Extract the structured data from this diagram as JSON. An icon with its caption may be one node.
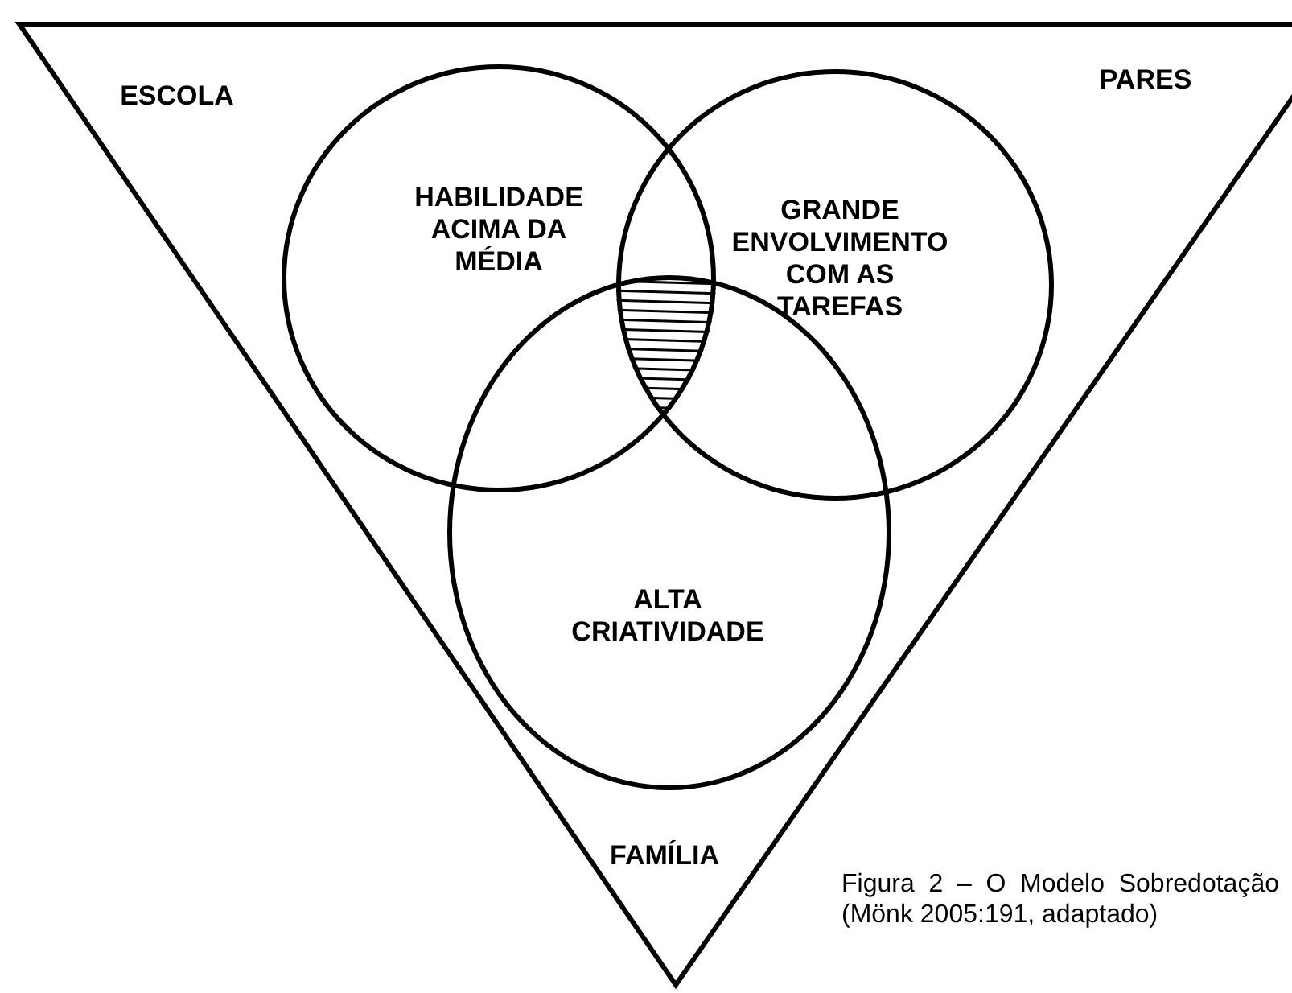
{
  "diagram": {
    "nodes": [
      {
        "text": [
          "ESCOLA",
          "PARES",
          "FAMÍLIA"
        ]
      },
      {
        "text": [
          "HABILIDADE ACIMA DA MÉDIA"
        ],
        "in": 0
      },
      {
        "text": [
          "GRANDE ENVOLVIMENTO COM AS TAREFAS"
        ],
        "in": 0
      },
      {
        "text": [
          "ALTA CRIATIVIDADE"
        ],
        "in": 0
      }
    ],
    "labels": [
      "Figura 2 – O Modelo Sobredotação (Mönk 2005:191, adaptado)"
    ]
  }
}
